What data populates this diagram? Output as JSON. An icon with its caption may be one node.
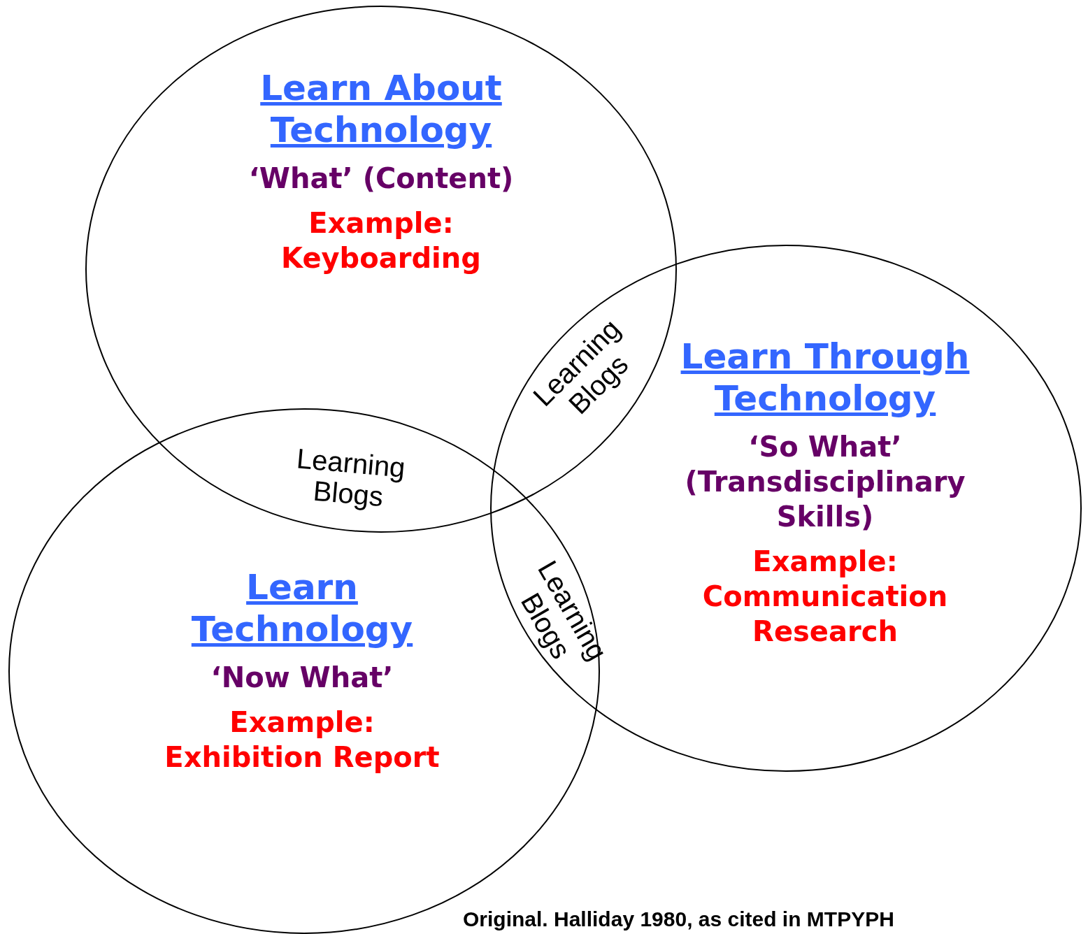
{
  "diagram": {
    "caption": "Original. Halliday 1980, as cited in MTPYPH",
    "nodes": [
      {
        "text": [
          "Learn About Technology",
          "‘What’ (Content)",
          "Example: Keyboarding"
        ]
      },
      {
        "text": [
          "Learn Through Technology",
          "‘So What’ (Transdisciplinary Skills)",
          "Example: Communication Research"
        ]
      },
      {
        "text": [
          "Learn Technology",
          "‘Now What’",
          "Example: Exhibition Report"
        ]
      }
    ],
    "edges": [],
    "labels": [
      "Learning Blogs",
      "Learning Blogs",
      "Learning Blogs"
    ]
  }
}
